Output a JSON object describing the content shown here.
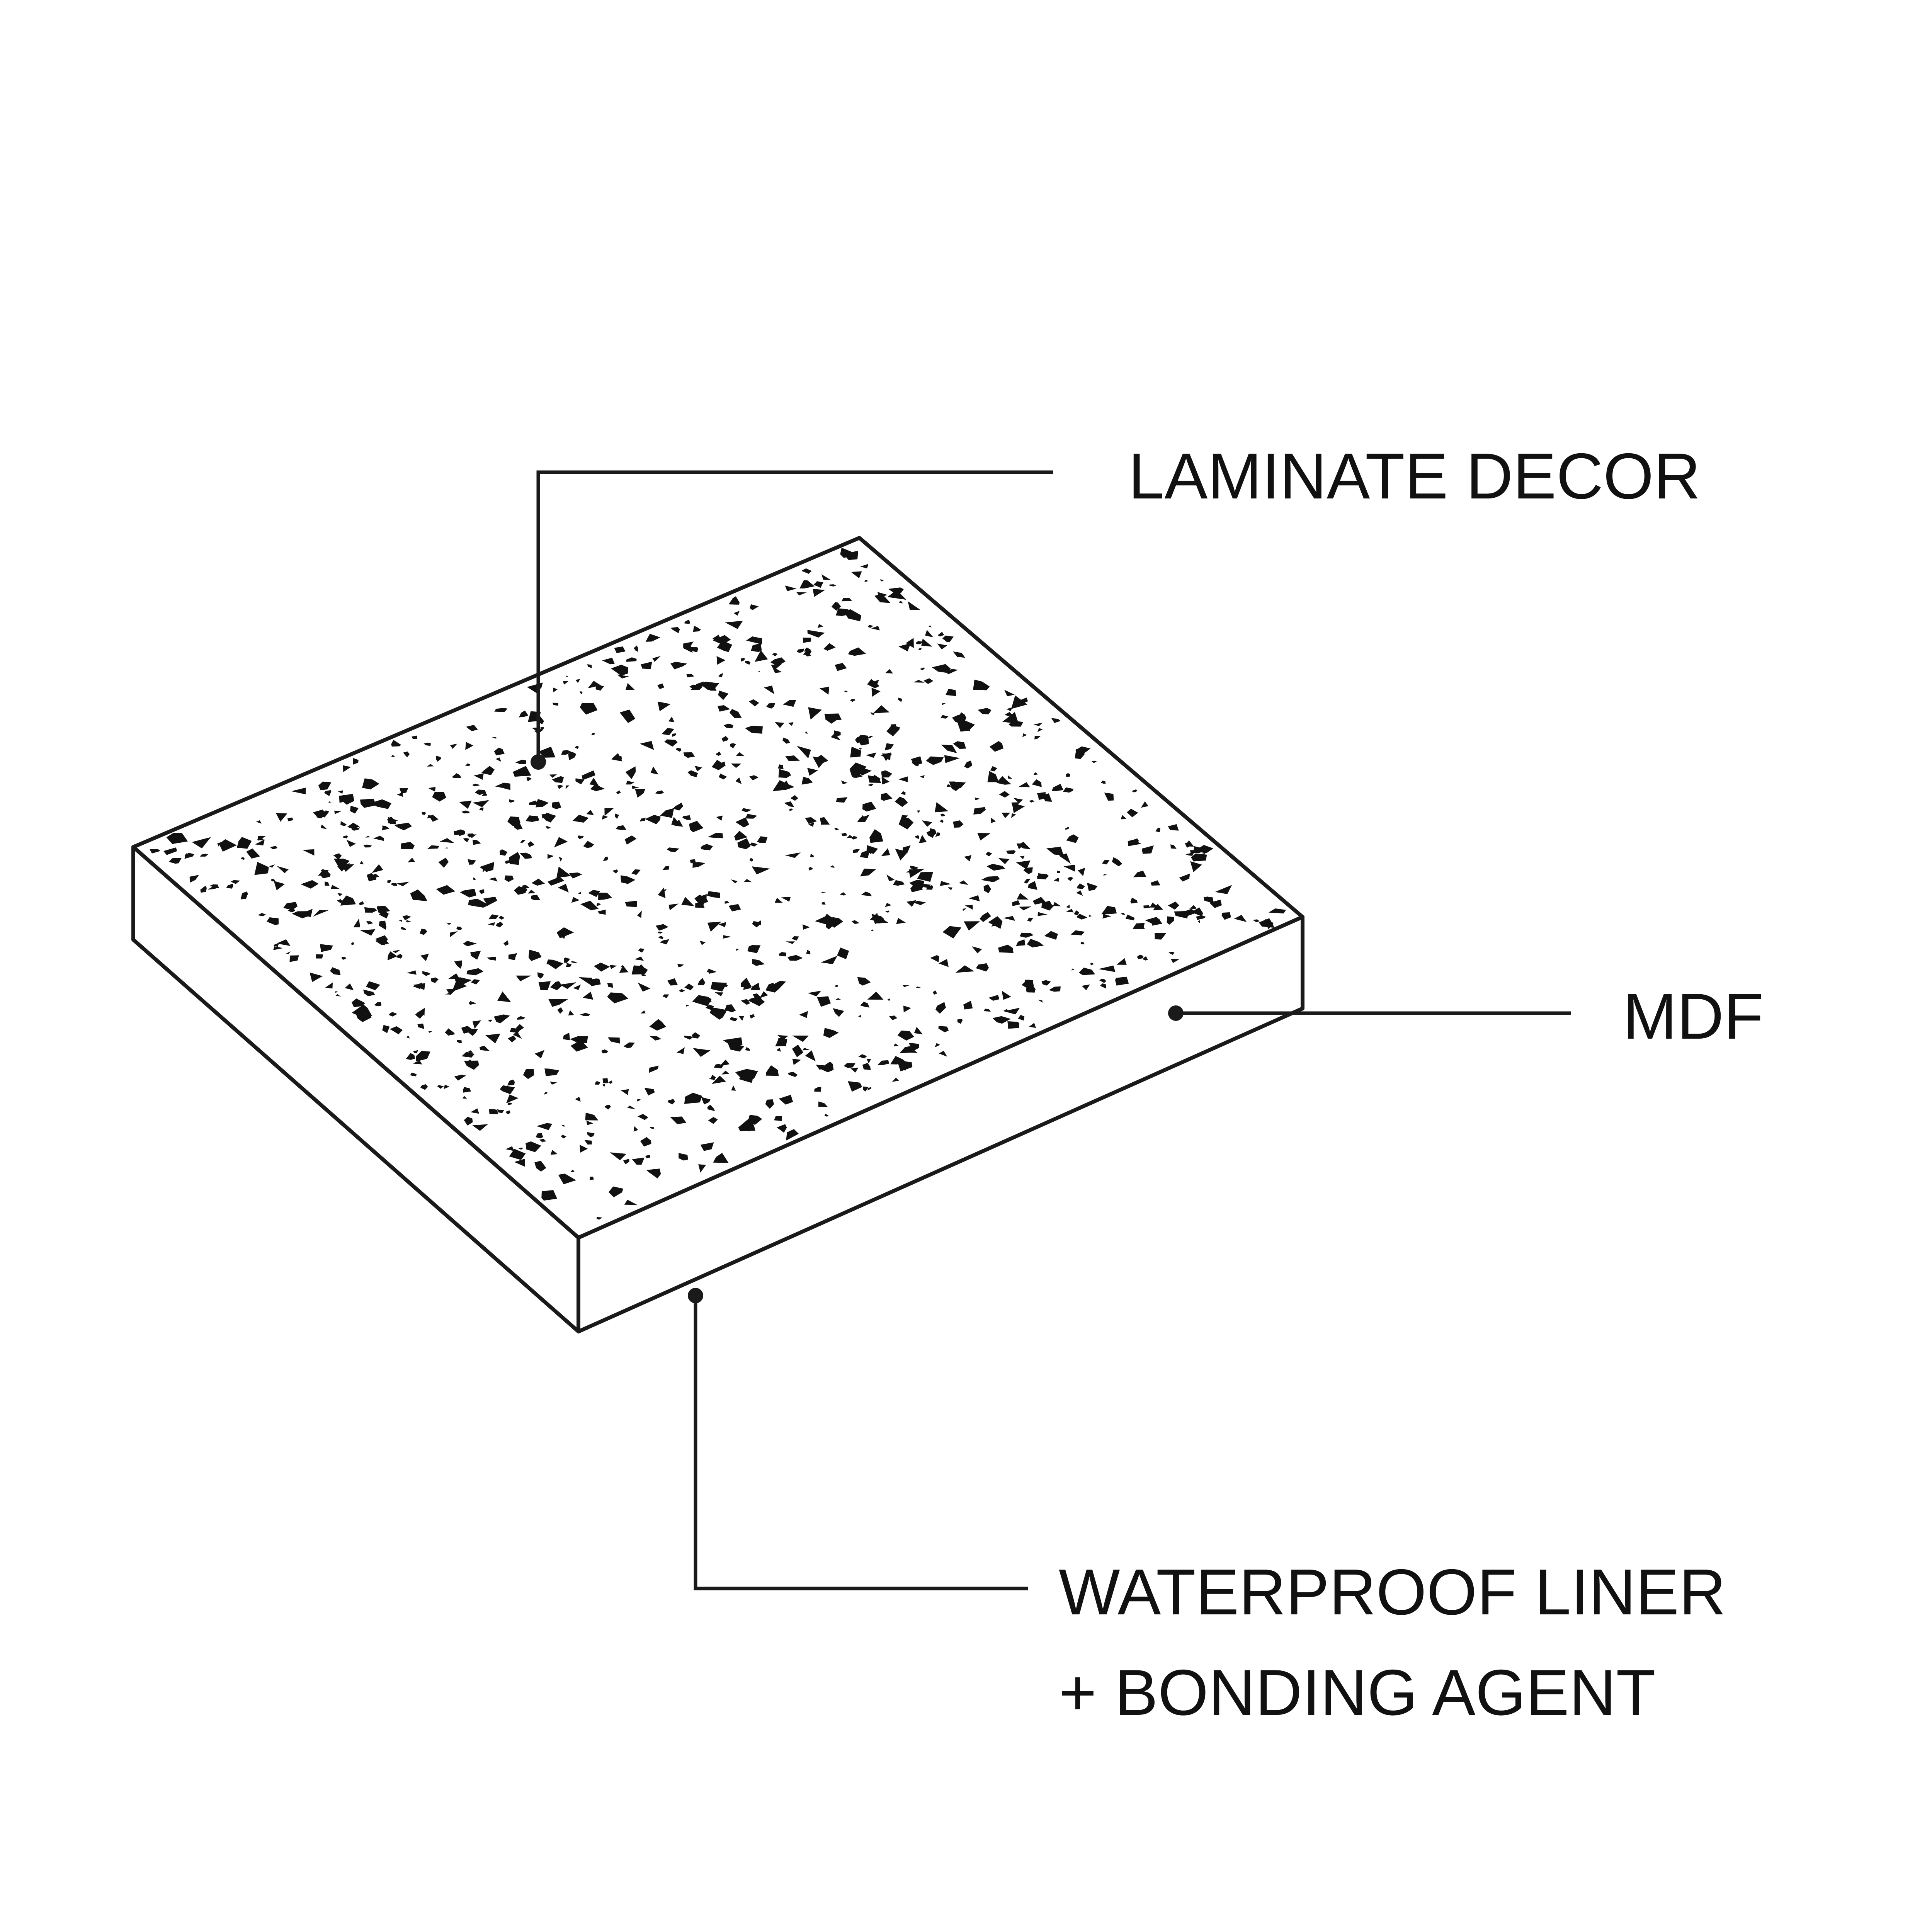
{
  "diagram": {
    "labels": {
      "laminate": "LAMINATE DECOR",
      "mdf": "MDF",
      "liner_line1": "WATERPROOF LINER",
      "liner_line2": "+ BONDING AGENT"
    },
    "colors": {
      "background": "#ffffff",
      "stroke": "#1a1a1a",
      "speckle": "#111111"
    },
    "components": [
      "laminate decor",
      "MDF",
      "waterproof liner + bonding agent"
    ]
  }
}
